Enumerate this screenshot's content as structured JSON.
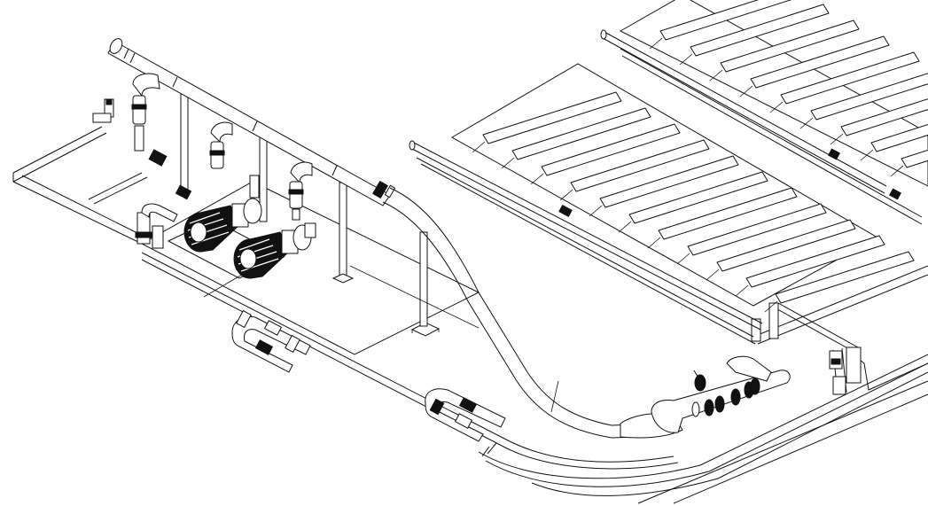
{
  "drawing": {
    "view": "isometric",
    "line_color": "#111111",
    "background_color": "#ffffff",
    "components": [
      {
        "id": "manifold-pipe",
        "icon": "pipe"
      },
      {
        "id": "pump-motor-1",
        "icon": "motor"
      },
      {
        "id": "pump-motor-2",
        "icon": "motor"
      },
      {
        "id": "solar-collector-array-1",
        "icon": "solar-collector"
      },
      {
        "id": "solar-collector-array-2",
        "icon": "solar-collector"
      },
      {
        "id": "pipe-support-columns",
        "icon": "column"
      },
      {
        "id": "valve-assemblies",
        "icon": "valve"
      },
      {
        "id": "flexible-hose-run",
        "icon": "hose"
      }
    ]
  }
}
